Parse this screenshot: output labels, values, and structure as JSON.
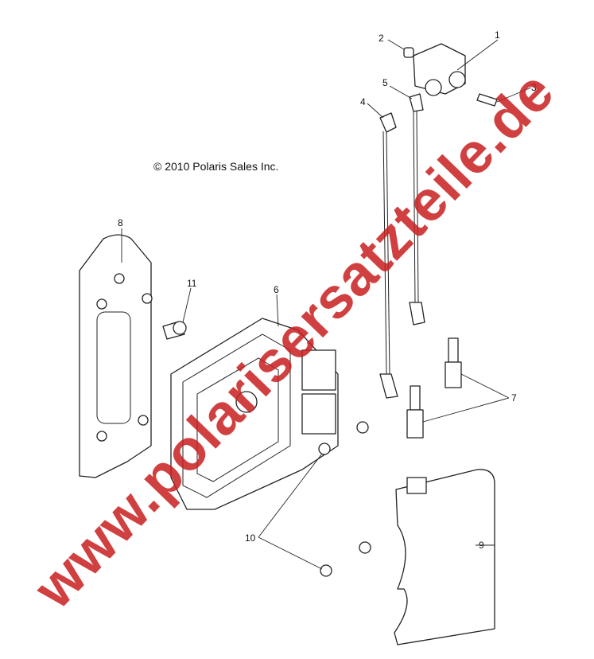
{
  "copyright": "© 2010 Polaris Sales Inc.",
  "watermark": "www.polarisersatzteile.de",
  "watermark_color": "#c81e1e",
  "callouts": [
    "1",
    "2",
    "3",
    "4",
    "5",
    "6",
    "7",
    "8",
    "9",
    "10",
    "11"
  ]
}
